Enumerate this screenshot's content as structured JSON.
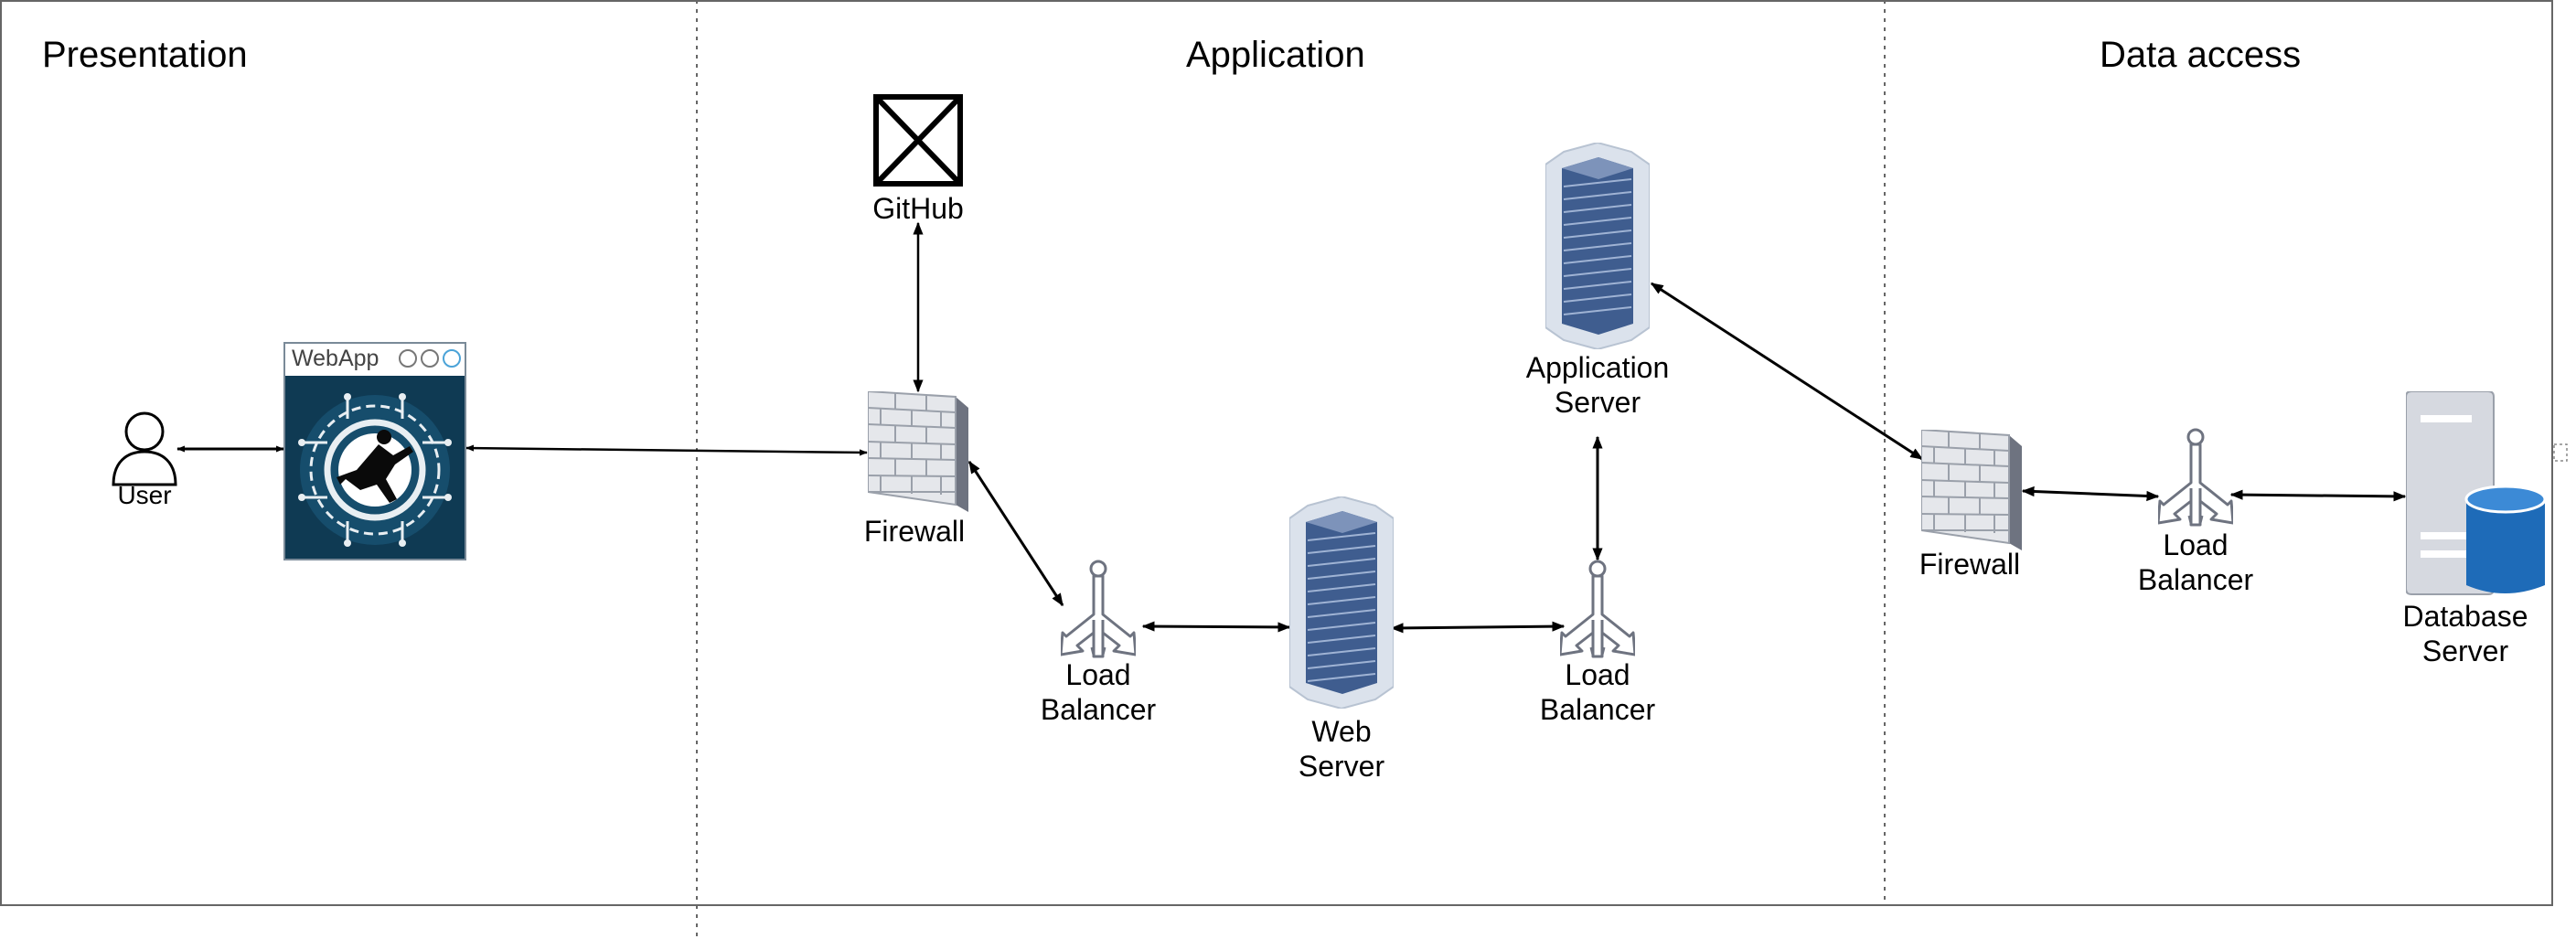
{
  "tiers": {
    "presentation": "Presentation",
    "application": "Application",
    "data_access": "Data access"
  },
  "nodes": {
    "user": "User",
    "webapp": "WebApp",
    "github": "GitHub",
    "firewall_app": "Firewall",
    "lb_web": [
      "Load",
      "Balancer"
    ],
    "web_server": [
      "Web",
      "Server"
    ],
    "lb_app": [
      "Load",
      "Balancer"
    ],
    "app_server": [
      "Application",
      "Server"
    ],
    "firewall_data": "Firewall",
    "lb_data": [
      "Load",
      "Balancer"
    ],
    "db_server": [
      "Database",
      "Server"
    ]
  },
  "colors": {
    "server_blue": "#4f6b9a",
    "db_blue": "#1e6bb8",
    "webapp_bg": "#0f3a53",
    "firewall_gray": "#c9ccd3"
  }
}
